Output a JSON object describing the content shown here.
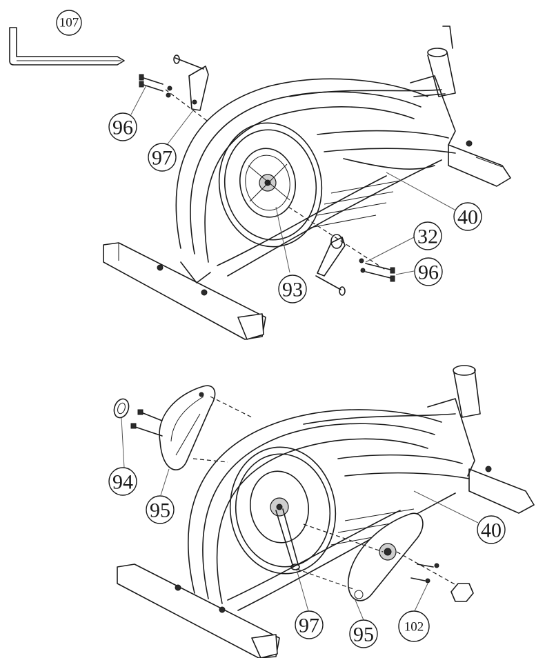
{
  "callouts": {
    "c107": "107",
    "c96_top": "96",
    "c97_top": "97",
    "c40_top": "40",
    "c32": "32",
    "c96_right": "96",
    "c93": "93",
    "c94": "94",
    "c95_left": "95",
    "c40_bottom": "40",
    "c97_bottom": "97",
    "c95_bottom": "95",
    "c102": "102"
  }
}
